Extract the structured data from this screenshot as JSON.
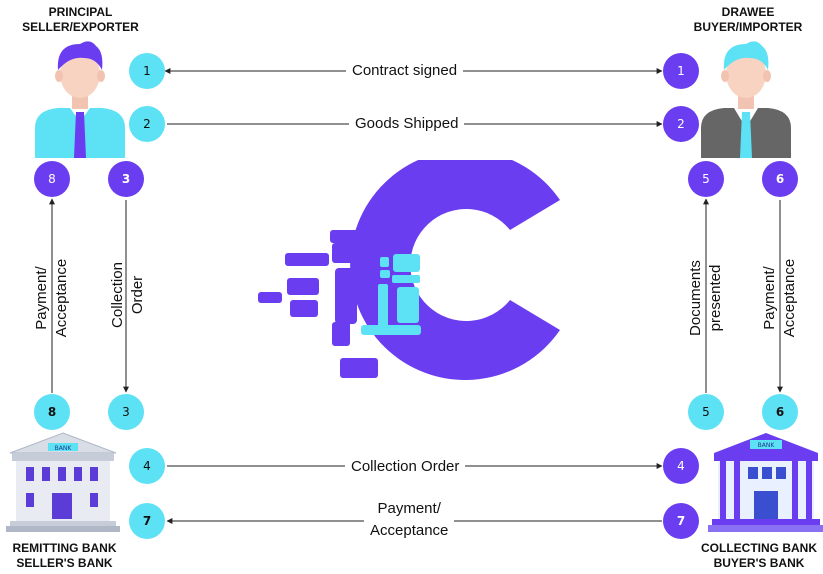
{
  "parties": {
    "principal": {
      "line1": "PRINCIPAL",
      "line2": "SELLER/EXPORTER"
    },
    "drawee": {
      "line1": "DRAWEE",
      "line2": "BUYER/IMPORTER"
    },
    "remitting": {
      "line1": "REMITTING BANK",
      "line2": "SELLER'S BANK"
    },
    "collecting": {
      "line1": "COLLECTING BANK",
      "line2": "BUYER'S BANK"
    }
  },
  "bank_sign": "BANK",
  "steps": {
    "s1": {
      "num": "1",
      "label": "Contract signed"
    },
    "s2": {
      "num": "2",
      "label": "Goods Shipped"
    },
    "s3": {
      "num": "3",
      "label_line1": "Collection",
      "label_line2": "Order"
    },
    "s4": {
      "num": "4",
      "label": "Collection Order"
    },
    "s5": {
      "num": "5",
      "label_line1": "Documents",
      "label_line2": "presented"
    },
    "s6": {
      "num": "6",
      "label_line1": "Payment/",
      "label_line2": "Acceptance"
    },
    "s7": {
      "num": "7",
      "label_line1": "Payment/",
      "label_line2": "Acceptance"
    },
    "s8": {
      "num": "8",
      "label_line1": "Payment/",
      "label_line2": "Acceptance"
    }
  },
  "colors": {
    "cyan": "#5ce1f5",
    "purple": "#6a3df0"
  },
  "icons": [
    "seller-person-icon",
    "buyer-person-icon",
    "remitting-bank-icon",
    "collecting-bank-icon",
    "center-logo-icon"
  ]
}
